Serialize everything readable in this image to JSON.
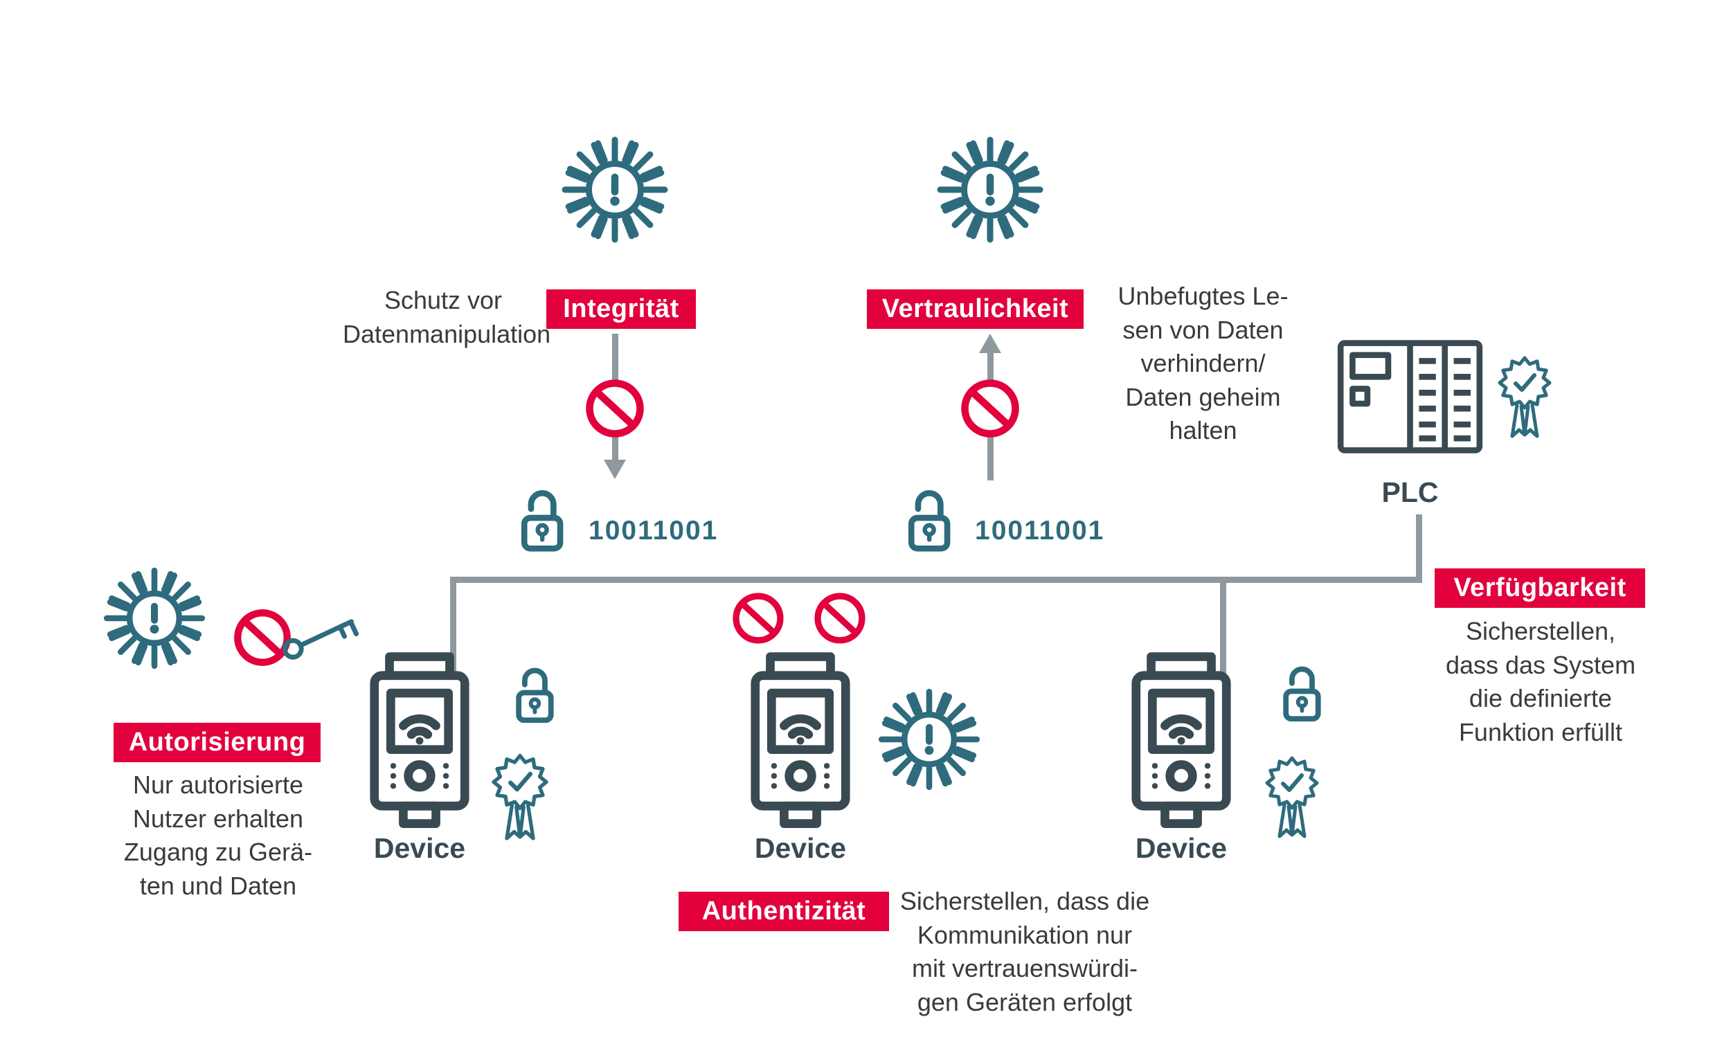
{
  "colors": {
    "accent": "#e2003d",
    "teal": "#2e6b7d",
    "dark": "#3a4a52",
    "line": "#8e989d",
    "text": "#3a3a3a"
  },
  "concepts": {
    "integritaet": {
      "label": "Integrität",
      "desc": "Schutz vor\nDatenmanipulation"
    },
    "vertraulichkeit": {
      "label": "Vertraulichkeit",
      "desc": "Unbefugtes Le-\nsen von Daten\nverhindern/\nDaten geheim\nhalten"
    },
    "autorisierung": {
      "label": "Autorisierung",
      "desc": "Nur autorisierte\nNutzer erhalten\nZugang zu Gerä-\nten und Daten"
    },
    "authentizitaet": {
      "label": "Authentizität",
      "desc": "Sicherstellen, dass die\nKommunikation nur\nmit vertrauenswürdi-\ngen Geräten erfolgt"
    },
    "verfuegbarkeit": {
      "label": "Verfügbarkeit",
      "desc": "Sicherstellen,\ndass das System\ndie definierte\nFunktion erfüllt"
    }
  },
  "nodes": {
    "plc": "PLC",
    "device1": "Device",
    "device2": "Device",
    "device3": "Device"
  },
  "data_values": {
    "binary_left": "10011001",
    "binary_right": "10011001"
  },
  "icons": {
    "virus": "malware-virus-icon",
    "lock": "open-padlock-icon",
    "nosign": "prohibition-icon",
    "key": "key-icon",
    "rosette": "certificate-icon",
    "device": "handheld-device-icon",
    "plc": "plc-controller-icon"
  }
}
